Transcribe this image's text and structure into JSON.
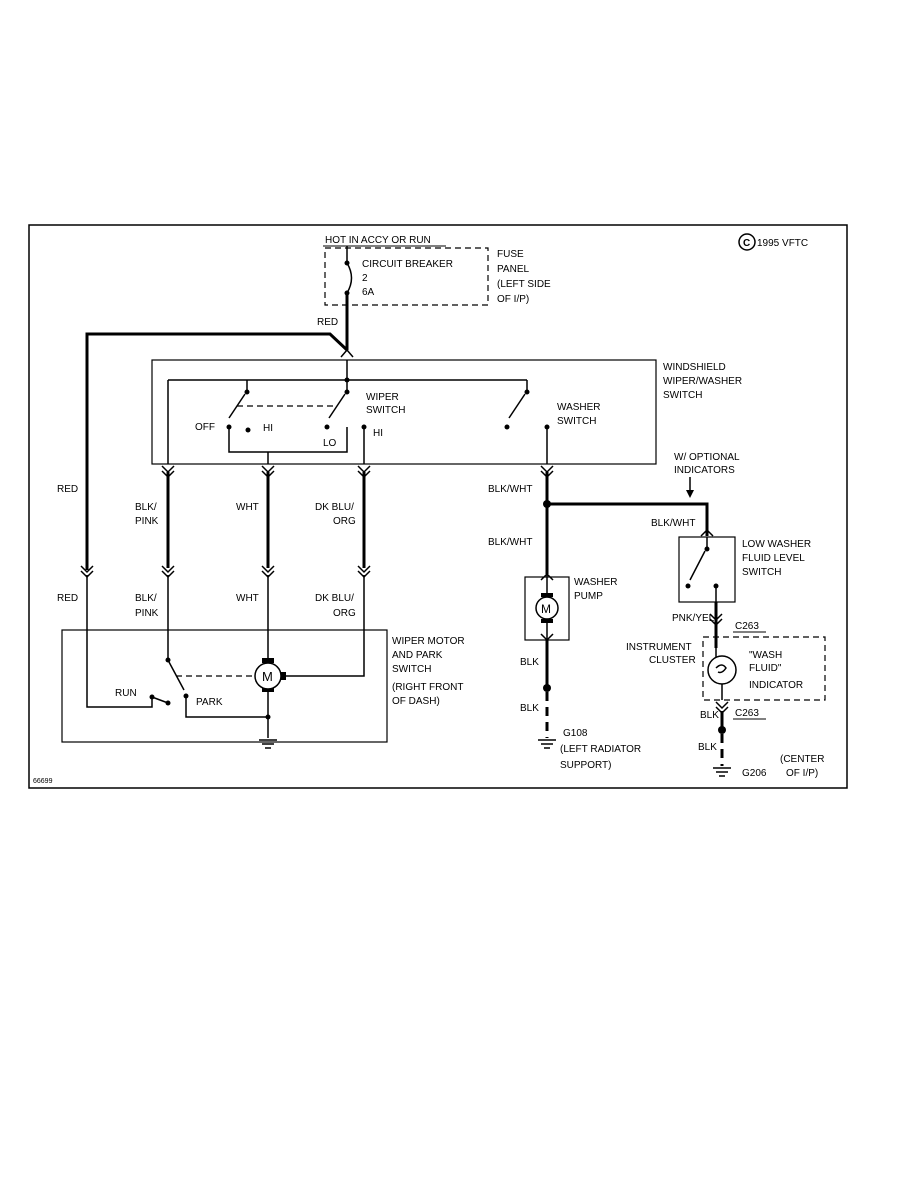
{
  "copyright": "1995 VFTC",
  "copyright_mark": "C",
  "figure_id": "66699",
  "top": {
    "hot": "HOT IN ACCY OR RUN",
    "cb1": "CIRCUIT BREAKER",
    "cb2": "2",
    "cb3": "6A",
    "fuse": [
      "FUSE",
      "PANEL",
      "(LEFT SIDE",
      "OF I/P)"
    ]
  },
  "switch": {
    "title": [
      "WINDSHIELD",
      "WIPER/WASHER",
      "SWITCH"
    ],
    "wiper": [
      "WIPER",
      "SWITCH"
    ],
    "washer": [
      "WASHER",
      "SWITCH"
    ],
    "off": "OFF",
    "hi_a": "HI",
    "lo": "LO",
    "hi_b": "HI"
  },
  "wires": {
    "red_top": "RED",
    "red_1": "RED",
    "red_2": "RED",
    "blkpink_1": [
      "BLK/",
      "PINK"
    ],
    "blkpink_2": [
      "BLK/",
      "PINK"
    ],
    "wht_1": "WHT",
    "wht_2": "WHT",
    "dkbluorg_1": [
      "DK BLU/",
      "ORG"
    ],
    "dkbluorg_2": [
      "DK BLU/",
      "ORG"
    ],
    "blkwht_1": "BLK/WHT",
    "blkwht_2": "BLK/WHT",
    "blkwht_3": "BLK/WHT",
    "blk_1": "BLK",
    "blk_2": "BLK",
    "blk_3": "BLK",
    "blk_4": "BLK",
    "pnkyel": "PNK/YEL"
  },
  "motor": {
    "title": [
      "WIPER MOTOR",
      "AND PARK",
      "SWITCH",
      "(RIGHT FRONT",
      "OF DASH)"
    ],
    "run": "RUN",
    "park": "PARK",
    "m": "M"
  },
  "pump": {
    "label": [
      "WASHER",
      "PUMP"
    ],
    "m": "M"
  },
  "ground_g108": [
    "G108",
    "(LEFT RADIATOR",
    "SUPPORT)"
  ],
  "optional": [
    "W/ OPTIONAL",
    "INDICATORS"
  ],
  "low_washer": [
    "LOW WASHER",
    "FLUID LEVEL",
    "SWITCH"
  ],
  "connectors": {
    "c263_a": "C263",
    "c263_b": "C263"
  },
  "cluster": [
    "INSTRUMENT",
    "CLUSTER"
  ],
  "indicator": [
    "\"WASH",
    "FLUID\"",
    "INDICATOR"
  ],
  "ground_g206": {
    "name": "G206",
    "loc": [
      "(CENTER",
      "OF I/P)"
    ]
  }
}
